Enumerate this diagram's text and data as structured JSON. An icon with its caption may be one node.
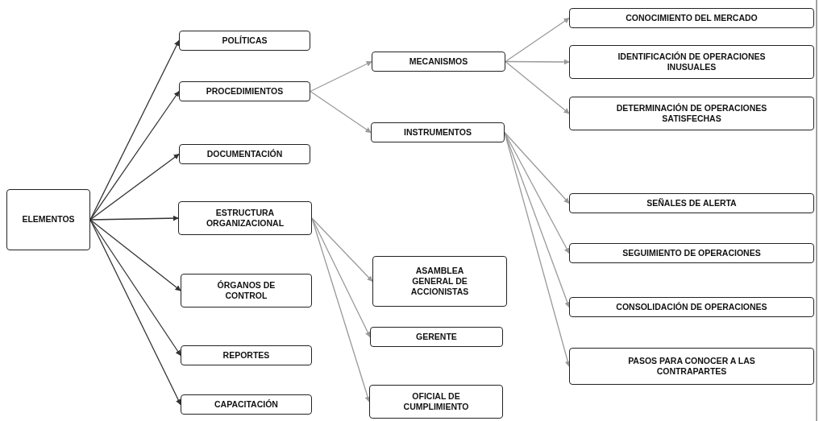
{
  "diagram": {
    "nodes": [
      {
        "text": [
          "ELEMENTOS"
        ]
      },
      {
        "text": [
          "POLÍTICAS"
        ]
      },
      {
        "text": [
          "PROCEDIMIENTOS"
        ]
      },
      {
        "text": [
          "DOCUMENTACIÓN"
        ]
      },
      {
        "text": [
          "ESTRUCTURA ORGANIZACIONAL"
        ]
      },
      {
        "text": [
          "ÓRGANOS DE CONTROL"
        ]
      },
      {
        "text": [
          "REPORTES"
        ]
      },
      {
        "text": [
          "CAPACITACIÓN"
        ]
      },
      {
        "text": [
          "MECANISMOS"
        ]
      },
      {
        "text": [
          "INSTRUMENTOS"
        ]
      },
      {
        "text": [
          "CONOCIMIENTO DEL MERCADO"
        ]
      },
      {
        "text": [
          "IDENTIFICACIÓN DE OPERACIONES INUSUALES"
        ]
      },
      {
        "text": [
          "DETERMINACIÓN DE OPERACIONES SATISFECHAS"
        ]
      },
      {
        "text": [
          "SEÑALES DE ALERTA"
        ]
      },
      {
        "text": [
          "SEGUIMIENTO DE OPERACIONES"
        ]
      },
      {
        "text": [
          "CONSOLIDACIÓN DE OPERACIONES"
        ]
      },
      {
        "text": [
          "PASOS PARA CONOCER A LAS CONTRAPARTES"
        ]
      },
      {
        "text": [
          "ASAMBLEA GENERAL DE ACCIONISTAS"
        ]
      },
      {
        "text": [
          "GERENTE"
        ]
      },
      {
        "text": [
          "OFICIAL DE CUMPLIMIENTO"
        ]
      }
    ],
    "edges": [
      {
        "from": 0,
        "to": 1,
        "arrow": "to",
        "color": "#333333"
      },
      {
        "from": 0,
        "to": 2,
        "arrow": "to",
        "color": "#333333"
      },
      {
        "from": 0,
        "to": 3,
        "arrow": "to",
        "color": "#333333"
      },
      {
        "from": 0,
        "to": 4,
        "arrow": "to",
        "color": "#333333"
      },
      {
        "from": 0,
        "to": 5,
        "arrow": "to",
        "color": "#333333"
      },
      {
        "from": 0,
        "to": 6,
        "arrow": "to",
        "color": "#333333"
      },
      {
        "from": 0,
        "to": 7,
        "arrow": "to",
        "color": "#333333"
      },
      {
        "from": 2,
        "to": 8,
        "arrow": "to"
      },
      {
        "from": 2,
        "to": 9,
        "arrow": "to"
      },
      {
        "from": 8,
        "to": 10,
        "arrow": "to"
      },
      {
        "from": 8,
        "to": 11,
        "arrow": "to"
      },
      {
        "from": 8,
        "to": 12,
        "arrow": "to"
      },
      {
        "from": 9,
        "to": 13,
        "arrow": "to"
      },
      {
        "from": 9,
        "to": 14,
        "arrow": "to"
      },
      {
        "from": 9,
        "to": 15,
        "arrow": "to"
      },
      {
        "from": 9,
        "to": 16,
        "arrow": "to"
      },
      {
        "from": 4,
        "to": 17,
        "arrow": "to"
      },
      {
        "from": 4,
        "to": 18,
        "arrow": "to"
      },
      {
        "from": 4,
        "to": 19,
        "arrow": "to"
      }
    ]
  }
}
